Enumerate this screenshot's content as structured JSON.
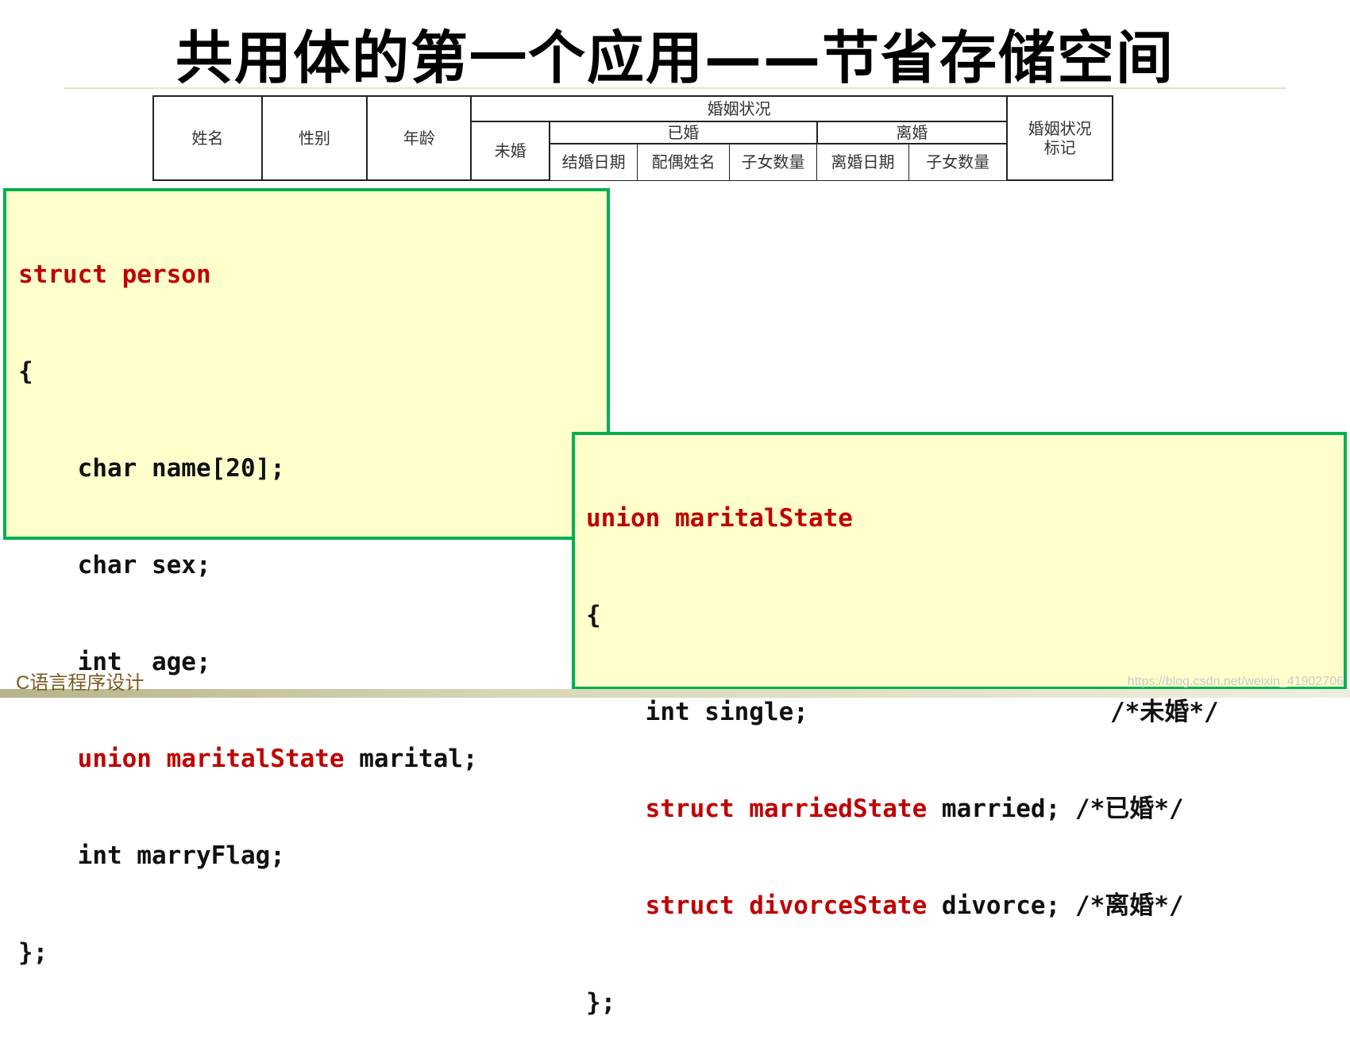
{
  "slide": {
    "title": "共用体的第一个应用——节省存储空间",
    "footer": "C语言程序设计",
    "watermark": "https://blog.csdn.net/weixin_41902706"
  },
  "table": {
    "name": "姓名",
    "gender": "性别",
    "age": "年龄",
    "marital_status": "婚姻状况",
    "single": "未婚",
    "married": "已婚",
    "divorced": "离婚",
    "marriage_date": "结婚日期",
    "spouse_name": "配偶姓名",
    "children_count_married": "子女数量",
    "divorce_date": "离婚日期",
    "children_count_divorced": "子女数量",
    "marital_flag_line1": "婚姻状况",
    "marital_flag_line2": "标记"
  },
  "code_person": {
    "l1_kw": "struct person",
    "l2": "{",
    "l3": "    char name[20];",
    "l4": "    char sex;",
    "l5": "    int  age;",
    "l6_indent": "    ",
    "l6_kw": "union maritalState",
    "l6_rest": " marital;",
    "l7": "    int marryFlag;",
    "l8": "};"
  },
  "code_union": {
    "l1_kw": "union maritalState",
    "l2": "{",
    "l3_code": "    int single;",
    "l3_comment": "/*未婚*/",
    "l4_indent": "    ",
    "l4_kw": "struct marriedState",
    "l4_rest": " married; ",
    "l4_comment": "/*已婚*/",
    "l5_indent": "    ",
    "l5_kw": "struct divorceState",
    "l5_rest": " divorce; ",
    "l5_comment": "/*离婚*/",
    "l6": "};"
  },
  "colors": {
    "keyword": "#c00000",
    "box_border": "#00b050",
    "box_fill": "#ffffcc"
  }
}
